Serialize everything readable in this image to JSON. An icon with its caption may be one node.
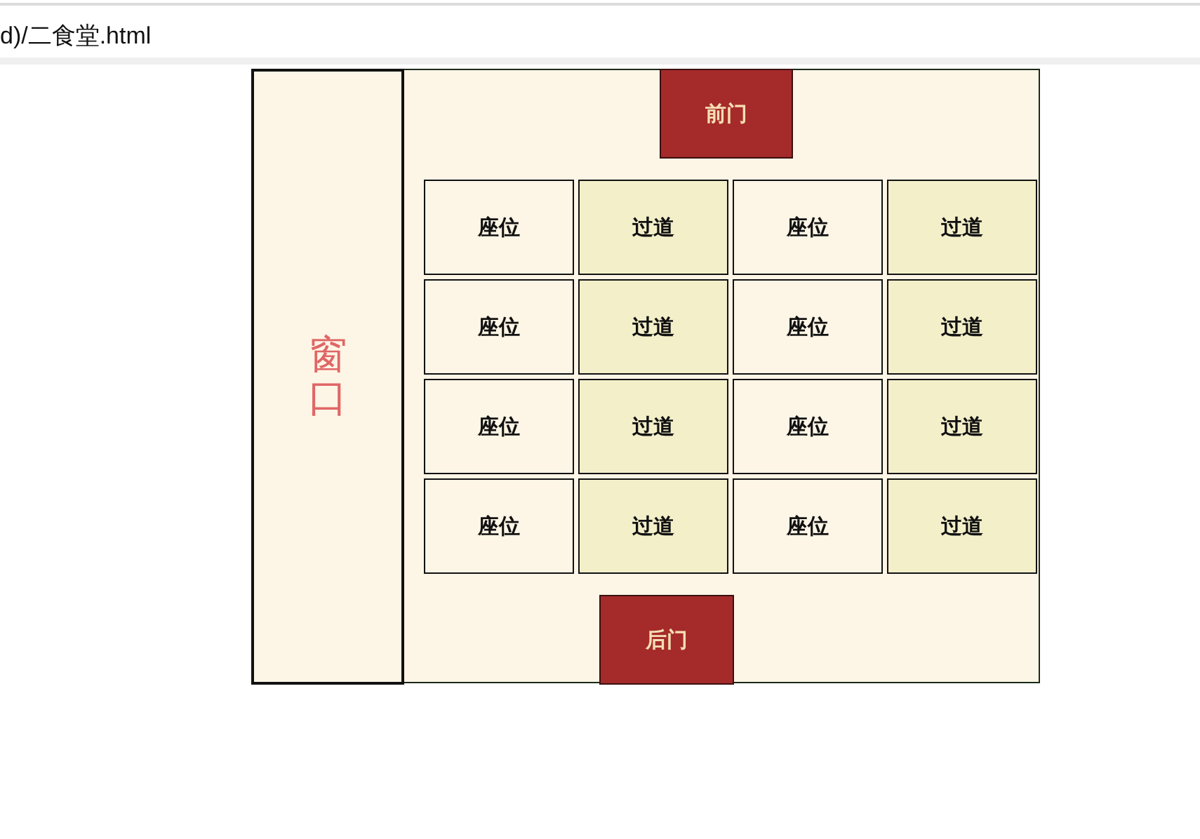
{
  "diagram": {
    "nodes": [
      {
        "text": [
          "窗口"
        ]
      },
      {
        "text": [
          "前门"
        ]
      },
      {
        "text": [
          "座位"
        ]
      },
      {
        "text": [
          "过道"
        ]
      },
      {
        "text": [
          "座位"
        ]
      },
      {
        "text": [
          "过道"
        ]
      },
      {
        "text": [
          "座位"
        ]
      },
      {
        "text": [
          "过道"
        ]
      },
      {
        "text": [
          "座位"
        ]
      },
      {
        "text": [
          "过道"
        ]
      },
      {
        "text": [
          "座位"
        ]
      },
      {
        "text": [
          "过道"
        ]
      },
      {
        "text": [
          "座位"
        ]
      },
      {
        "text": [
          "过道"
        ]
      },
      {
        "text": [
          "座位"
        ]
      },
      {
        "text": [
          "过道"
        ]
      },
      {
        "text": [
          "座位"
        ]
      },
      {
        "text": [
          "过道"
        ]
      },
      {
        "text": [
          "后门"
        ]
      }
    ],
    "labels": [
      "d)/二食堂.html"
    ]
  }
}
